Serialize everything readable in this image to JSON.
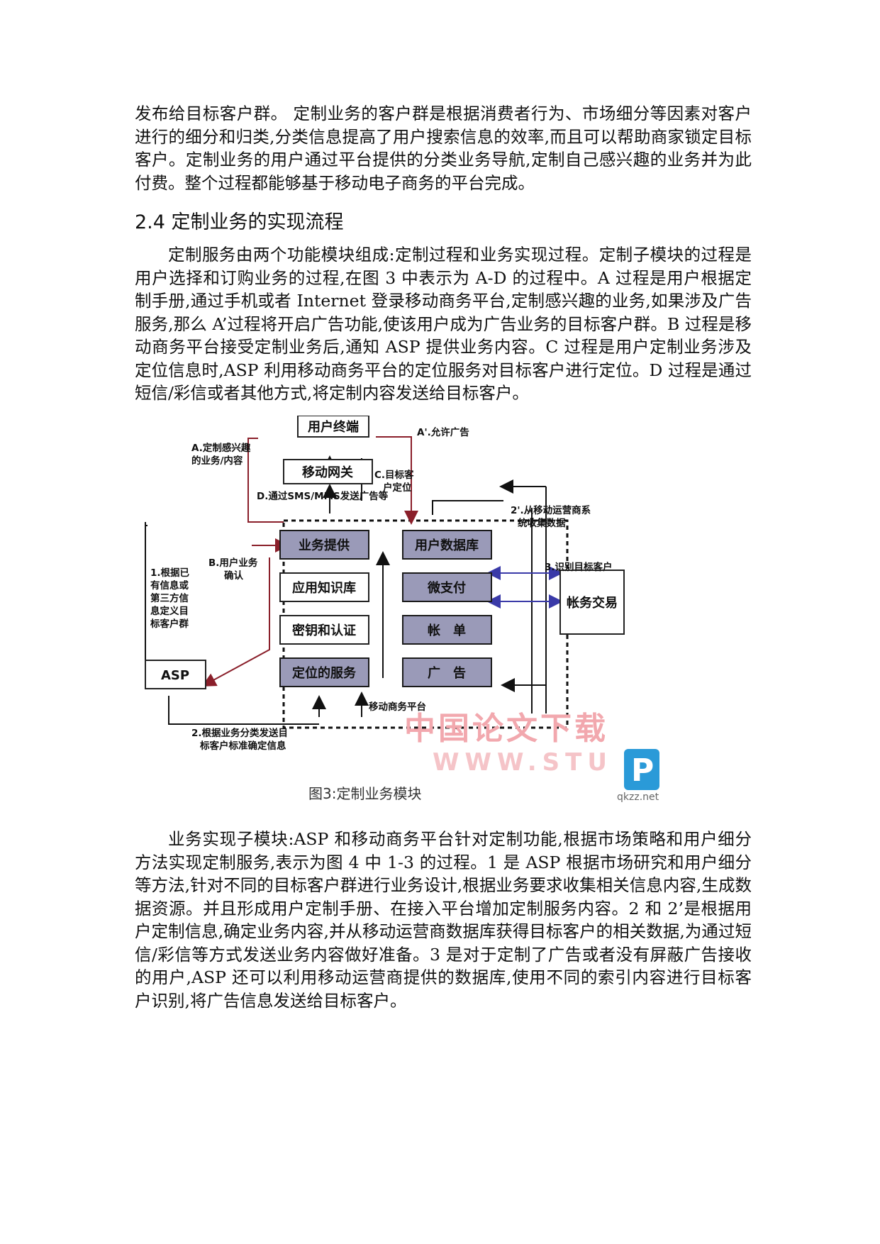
{
  "paragraphs": {
    "p1": "发布给目标客户群。 定制业务的客户群是根据消费者行为、市场细分等因素对客户进行的细分和归类,分类信息提高了用户搜索信息的效率,而且可以帮助商家锁定目标客户。定制业务的用户通过平台提供的分类业务导航,定制自己感兴趣的业务并为此付费。整个过程都能够基于移动电子商务的平台完成。",
    "heading": "2.4 定制业务的实现流程",
    "p2": "定制服务由两个功能模块组成:定制过程和业务实现过程。定制子模块的过程是用户选择和订购业务的过程,在图 3 中表示为 A-D 的过程中。A 过程是用户根据定制手册,通过手机或者 Internet 登录移动商务平台,定制感兴趣的业务,如果涉及广告服务,那么 A’过程将开启广告功能,使该用户成为广告业务的目标客户群。B 过程是移动商务平台接受定制业务后,通知 ASP 提供业务内容。C 过程是用户定制业务涉及定位信息时,ASP 利用移动商务平台的定位服务对目标客户进行定位。D 过程是通过短信/彩信或者其他方式,将定制内容发送给目标客户。",
    "p3": "业务实现子模块:ASP 和移动商务平台针对定制功能,根据市场策略和用户细分方法实现定制服务,表示为图 4 中 1-3 的过程。1 是 ASP 根据市场研究和用户细分等方法,针对不同的目标客户群进行业务设计,根据业务要求收集相关信息内容,生成数据资源。并且形成用户定制手册、在接入平台增加定制服务内容。2 和 2’是根据用户定制信息,确定业务内容,并从移动运营商数据库获得目标客户的相关数据,为通过短信/彩信等方式发送业务内容做好准备。3 是对于定制了广告或者没有屏蔽广告接收的用户,ASP 还可以利用移动运营商提供的数据库,使用不同的索引内容进行目标客户识别,将广告信息发送给目标客户。"
  },
  "diagram": {
    "boxes": {
      "user_terminal": "用户终端",
      "mobile_gateway": "移动网关",
      "service_provision": "业务提供",
      "app_knowledge": "应用知识库",
      "key_auth": "密钥和认证",
      "location_service": "定位的服务",
      "user_database": "用户数据库",
      "micropayment": "微支付",
      "bill": "帐　单",
      "advert": "广　告",
      "billing_trade": "帐务交易",
      "asp": "ASP"
    },
    "labels": {
      "a_line1": "A.定制感兴趣",
      "a_line2": "的业务/内容",
      "a_prime": "A'.允许广告",
      "c_line1": "C.目标客",
      "c_line2": "户定位",
      "d": "D.通过SMS/MMS发送广告等",
      "b_line1": "B.用户业务",
      "b_line2": "确认",
      "one_lines": [
        "1.根据已",
        "有信息或",
        "第三方信",
        "息定义目",
        "标客户群"
      ],
      "two_prime_line1": "2'.从移动运营商系",
      "two_prime_line2": "统收集数据",
      "three": "3.识别目标客户",
      "two_line1": "2.根据业务分类发送目",
      "two_line2": "标客户标准确定信息",
      "platform": "移动商务平台"
    },
    "watermark": {
      "cn": "中国论文下载",
      "en": "WWW.STU",
      "small": "qkzz.net"
    },
    "caption": "图3:定制业务模块",
    "colors": {
      "box_fill": "#9a9ab8",
      "red_arrow": "#8a1f2a",
      "blue_arrow": "#3a3aa8",
      "watermark": "#f2a8ae"
    }
  }
}
